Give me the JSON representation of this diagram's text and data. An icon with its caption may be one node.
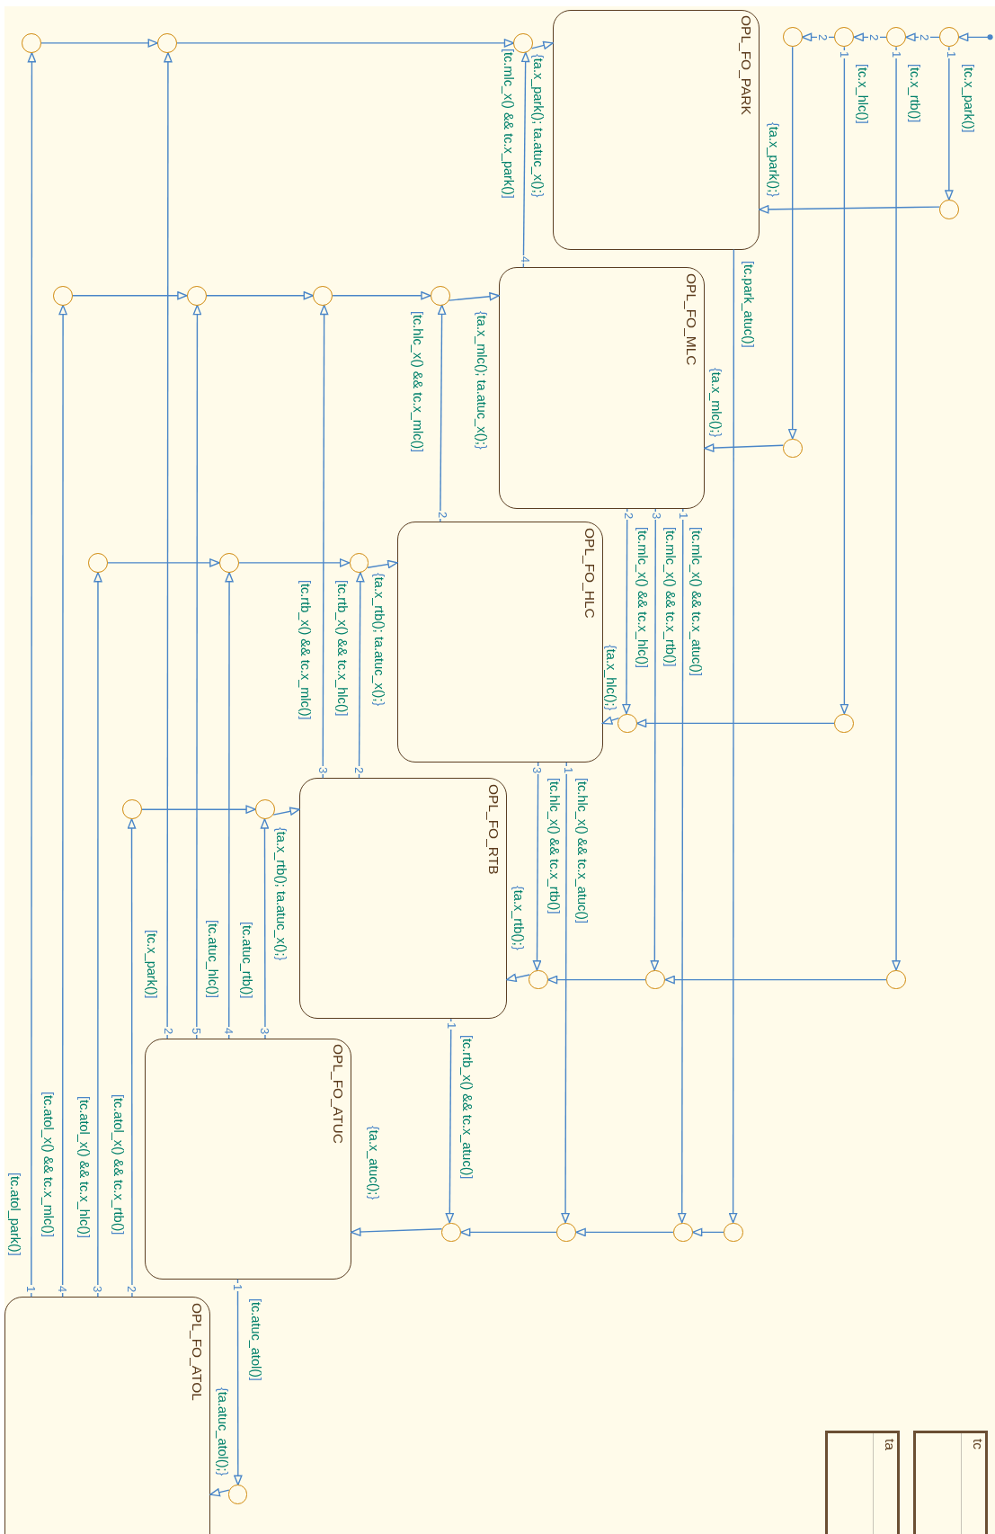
{
  "diagram": {
    "nodes": [
      {
        "text": [
          "OPL_FO_PARK"
        ]
      },
      {
        "text": [
          "OPL_FO_MLC"
        ]
      },
      {
        "text": [
          "OPL_FO_HLC"
        ]
      },
      {
        "text": [
          "OPL_FO_RTB"
        ]
      },
      {
        "text": [
          "OPL_FO_ATUC"
        ]
      },
      {
        "text": [
          "OPL_FO_ATOL"
        ]
      },
      {
        "text": [
          "ta"
        ]
      },
      {
        "text": [
          "tc"
        ]
      },
      {
        "text": [],
        "shape": "circle"
      },
      {
        "text": [],
        "shape": "circle"
      },
      {
        "text": [],
        "shape": "circle"
      },
      {
        "text": [],
        "shape": "circle"
      },
      {
        "text": [],
        "shape": "circle"
      },
      {
        "text": [],
        "shape": "circle"
      },
      {
        "text": [],
        "shape": "circle"
      },
      {
        "text": [],
        "shape": "circle"
      },
      {
        "text": [],
        "shape": "circle"
      },
      {
        "text": [],
        "shape": "circle"
      },
      {
        "text": [],
        "shape": "circle"
      },
      {
        "text": [],
        "shape": "circle"
      },
      {
        "text": [],
        "shape": "circle"
      },
      {
        "text": [],
        "shape": "circle"
      },
      {
        "text": [],
        "shape": "circle"
      },
      {
        "text": [],
        "shape": "circle"
      },
      {
        "text": [],
        "shape": "circle"
      },
      {
        "text": [],
        "shape": "circle"
      },
      {
        "text": [],
        "shape": "circle"
      },
      {
        "text": [],
        "shape": "circle"
      },
      {
        "text": [],
        "shape": "circle"
      },
      {
        "text": [],
        "shape": "circle"
      },
      {
        "text": [],
        "shape": "circle"
      },
      {
        "text": [],
        "shape": "circle"
      },
      {
        "text": [],
        "shape": "circle"
      },
      {
        "text": [],
        "shape": "circle"
      },
      {
        "text": [],
        "shape": "circle"
      },
      {
        "text": [],
        "shape": "circle"
      }
    ],
    "edges": [
      {
        "from": null,
        "to": 14,
        "arrow": "to"
      },
      {
        "from": 14,
        "to": 15,
        "arrow": "to",
        "label": "[tc.x_park()]"
      },
      {
        "from": 14,
        "to": 13,
        "arrow": "to"
      },
      {
        "from": 13,
        "to": 30,
        "arrow": "to",
        "label": "[tc.x_rtb()]"
      },
      {
        "from": 13,
        "to": 12,
        "arrow": "to"
      },
      {
        "from": 12,
        "to": 25,
        "arrow": "to",
        "label": "[tc.x_hlc()]"
      },
      {
        "from": 12,
        "to": 11,
        "arrow": "to"
      },
      {
        "from": 11,
        "to": 20,
        "arrow": "to"
      },
      {
        "from": 15,
        "to": 0,
        "arrow": "to",
        "label": "{ta.x_park();}"
      },
      {
        "from": 20,
        "to": 1,
        "arrow": "to",
        "label": "{ta.x_mlc();}"
      },
      {
        "from": 25,
        "to": 24,
        "arrow": "to"
      },
      {
        "from": 24,
        "to": 2,
        "arrow": "to",
        "label": "{ta.x_hlc();}"
      },
      {
        "from": 30,
        "to": 29,
        "arrow": "to"
      },
      {
        "from": 29,
        "to": 28,
        "arrow": "to"
      },
      {
        "from": 28,
        "to": 3,
        "arrow": "to",
        "label": "{ta.x_rtb();}"
      },
      {
        "from": 0,
        "to": 34,
        "arrow": "to",
        "label": "[tc.park_atuc()]"
      },
      {
        "from": 34,
        "to": 33,
        "arrow": "to"
      },
      {
        "from": 33,
        "to": 32,
        "arrow": "to"
      },
      {
        "from": 32,
        "to": 31,
        "arrow": "to"
      },
      {
        "from": 31,
        "to": 4,
        "arrow": "to",
        "label": "{ta.x_atuc();}"
      },
      {
        "from": 1,
        "to": 33,
        "arrow": "to",
        "label": "[tc.mlc_x() && tc.x_atuc()]"
      },
      {
        "from": 1,
        "to": 24,
        "arrow": "to",
        "label": "[tc.mlc_x() && tc.x_hlc()]"
      },
      {
        "from": 1,
        "to": 29,
        "arrow": "to",
        "label": "[tc.mlc_x() && tc.x_rtb()]"
      },
      {
        "from": 1,
        "to": 10,
        "arrow": "to",
        "label": "[tc.mlc_x() && tc.x_park()]"
      },
      {
        "from": 10,
        "to": 0,
        "arrow": "to",
        "label": "{ta.x_park(); ta.atuc_x();}"
      },
      {
        "from": 8,
        "to": 9,
        "arrow": "to"
      },
      {
        "from": 9,
        "to": 10,
        "arrow": "to"
      },
      {
        "from": 2,
        "to": 32,
        "arrow": "to",
        "label": "[tc.hlc_x() && tc.x_atuc()]"
      },
      {
        "from": 2,
        "to": 19,
        "arrow": "to",
        "label": "[tc.hlc_x() && tc.x_mlc()]"
      },
      {
        "from": 2,
        "to": 28,
        "arrow": "to",
        "label": "[tc.hlc_x() && tc.x_rtb()]"
      },
      {
        "from": 16,
        "to": 17,
        "arrow": "to"
      },
      {
        "from": 17,
        "to": 18,
        "arrow": "to"
      },
      {
        "from": 18,
        "to": 19,
        "arrow": "to"
      },
      {
        "from": 19,
        "to": 1,
        "arrow": "to",
        "label": "{ta.x_mlc(); ta.atuc_x();}"
      },
      {
        "from": 3,
        "to": 31,
        "arrow": "to",
        "label": "[tc.rtb_x() && tc.x_atuc()]"
      },
      {
        "from": 3,
        "to": 23,
        "arrow": "to",
        "label": "[tc.rtb_x() && tc.x_hlc()]"
      },
      {
        "from": 3,
        "to": 18,
        "arrow": "to",
        "label": "[tc.rtb_x() && tc.x_mlc()]"
      },
      {
        "from": 21,
        "to": 22,
        "arrow": "to"
      },
      {
        "from": 22,
        "to": 23,
        "arrow": "to"
      },
      {
        "from": 23,
        "to": 2,
        "arrow": "to",
        "label": "{ta.x_rtb(); ta.atuc_x();}"
      },
      {
        "from": 4,
        "to": 9,
        "arrow": "to",
        "label": "[tc.x_park()]"
      },
      {
        "from": 4,
        "to": 17,
        "arrow": "to"
      },
      {
        "from": 4,
        "to": 22,
        "arrow": "to",
        "label": "[tc.atuc_hlc()]"
      },
      {
        "from": 4,
        "to": 27,
        "arrow": "to",
        "label": "[tc.atuc_rtb()]"
      },
      {
        "from": 26,
        "to": 27,
        "arrow": "to"
      },
      {
        "from": 27,
        "to": 3,
        "arrow": "to",
        "label": "{ta.x_rtb(); ta.atuc_x();}"
      },
      {
        "from": 4,
        "to": 35,
        "arrow": "to",
        "label": "[tc.atuc_atol()]"
      },
      {
        "from": 35,
        "to": 5,
        "arrow": "to",
        "label": "{ta.atuc_atol();}"
      },
      {
        "from": 5,
        "to": 8,
        "arrow": "to",
        "label": "[tc.atol_park()]"
      },
      {
        "from": 5,
        "to": 16,
        "arrow": "to",
        "label": "[tc.atol_x() && tc.x_mlc()]"
      },
      {
        "from": 5,
        "to": 21,
        "arrow": "to",
        "label": "[tc.atol_x() && tc.x_hlc()]"
      },
      {
        "from": 5,
        "to": 26,
        "arrow": "to",
        "label": "[tc.atol_x() && tc.x_rtb()]"
      }
    ],
    "labels": [
      "2",
      "2",
      "2",
      "1",
      "1",
      "1",
      "4",
      "2",
      "2",
      "3",
      "1",
      "3",
      "2",
      "3",
      "1",
      "1",
      "2",
      "5",
      "4",
      "3",
      "1",
      "4",
      "3",
      "2",
      "1"
    ]
  }
}
